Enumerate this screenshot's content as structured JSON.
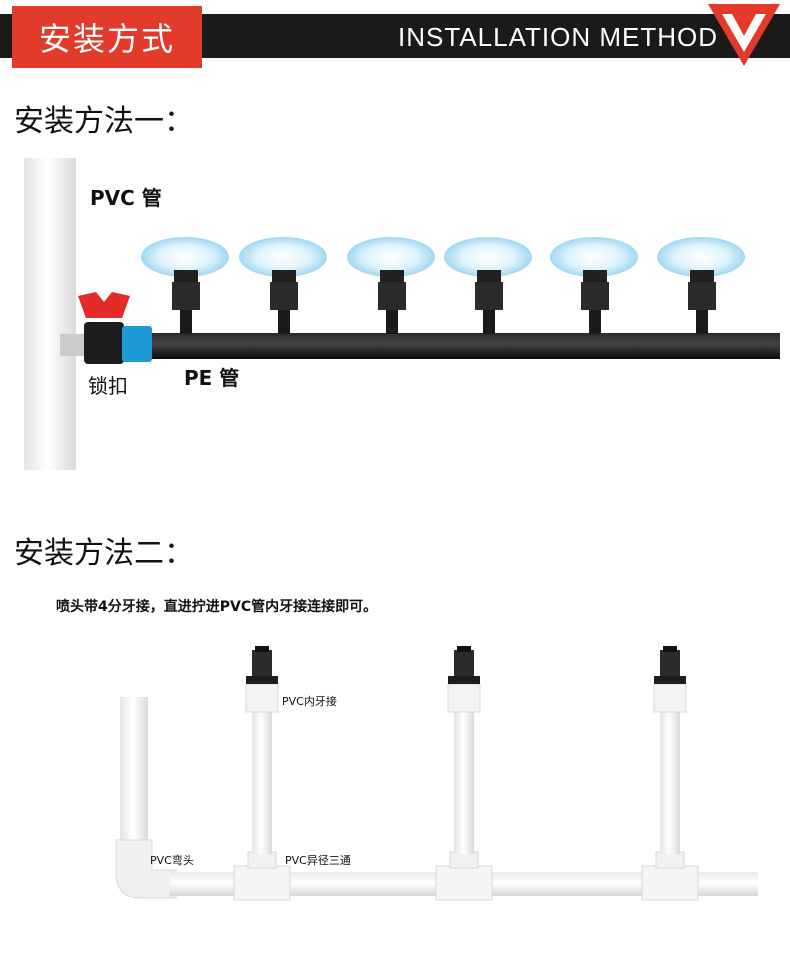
{
  "header": {
    "title_cn": "安装方式",
    "title_en": "INSTALLATION METHOD"
  },
  "method1": {
    "title": "安装方法一：",
    "pvc_label": "PVC 管",
    "pe_label": "PE 管",
    "valve_label": "锁扣"
  },
  "method2": {
    "title": "安装方法二：",
    "note": "喷头带4分牙接，直进拧进PVC管内牙接连接即可。",
    "inner_thread_label": "PVC内牙接",
    "elbow_label": "PVC弯头",
    "tee_label": "PVC异径三通"
  },
  "colors": {
    "accent_red": "#e23b2c",
    "header_dark": "#1a1a1a",
    "spray_blue": "#aee0f5",
    "valve_red": "#e52a2a",
    "valve_blue": "#1e9ad6"
  },
  "icons": [
    "header-v-logo-icon",
    "spray-head-icon",
    "valve-icon"
  ]
}
